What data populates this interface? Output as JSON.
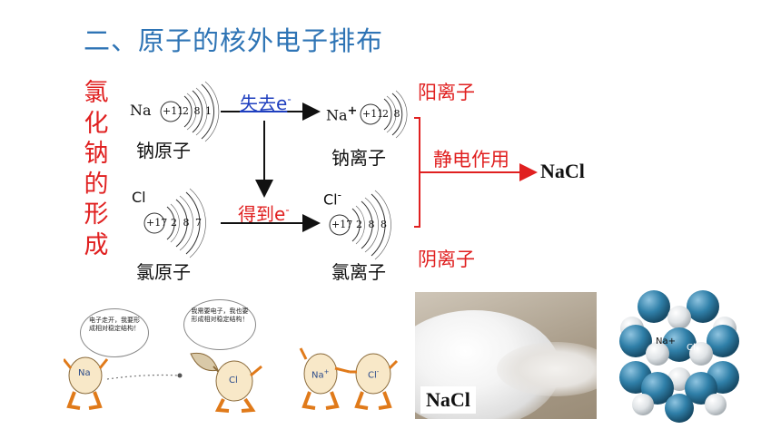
{
  "title": "二、原子的核外电子排布",
  "vertical_label": [
    "氯",
    "化",
    "钠",
    "的",
    "形",
    "成"
  ],
  "na_atom": {
    "symbol": "Na",
    "nucleus": "+11",
    "shells": "2 8 1",
    "caption": "钠原子"
  },
  "na_ion": {
    "symbol": "Na",
    "charge": "+",
    "nucleus": "+11",
    "shells": "2 8",
    "caption": "钠离子",
    "type_label": "阳离子"
  },
  "cl_atom": {
    "symbol": "Cl",
    "nucleus": "+17",
    "shells": "2 8 7",
    "caption": "氯原子"
  },
  "cl_ion": {
    "symbol": "Cl",
    "charge": "-",
    "nucleus": "+17",
    "shells": "2 8 8",
    "caption": "氯离子",
    "type_label": "阴离子"
  },
  "arrow_lose": {
    "text": "失去e",
    "sup": "-"
  },
  "arrow_gain": {
    "text": "得到e",
    "sup": "-"
  },
  "arrow_combine": "静电作用",
  "product": "NaCl",
  "cartoon": {
    "bubble_left": "电子走开，我要形成相对稳定结构！",
    "bubble_right": "我需要电子，我也要形成相对稳定结构！",
    "na_label": "Na",
    "cl_label": "Cl",
    "na_ion_label": "Na",
    "na_ion_charge": "+",
    "cl_ion_label": "Cl",
    "cl_ion_charge": "-"
  },
  "photo_label": "NaCl",
  "lattice": {
    "na_label": "Na+",
    "cl_label": "Cl-"
  },
  "colors": {
    "title": "#2e74b5",
    "accent_red": "#e02020",
    "arrow_blue_text": "#1f3fbf",
    "sphere_blue": "#2f7fa8"
  }
}
